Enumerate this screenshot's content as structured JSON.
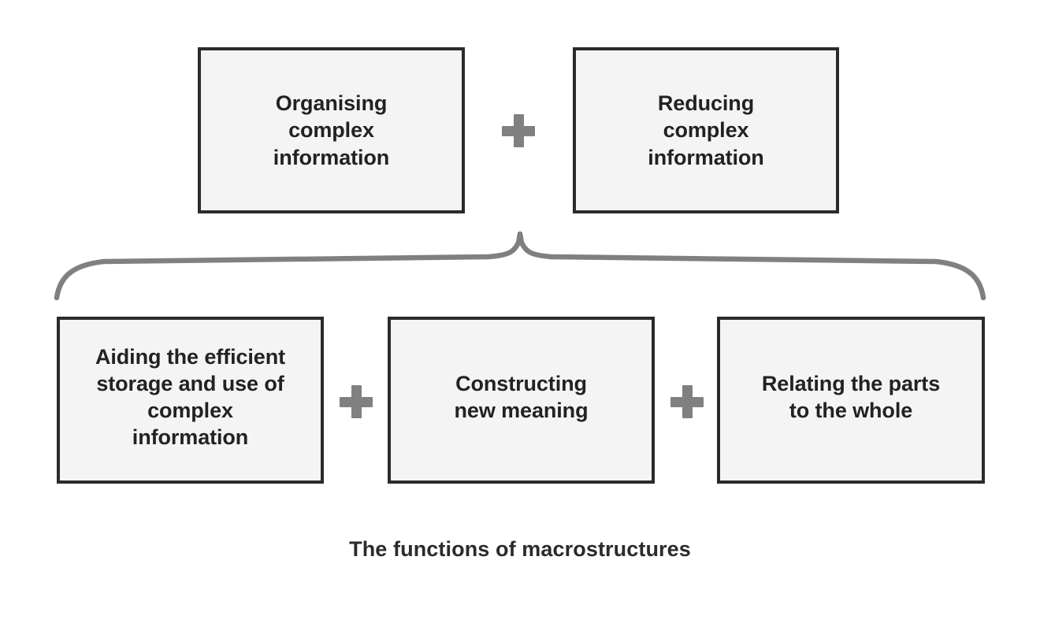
{
  "diagram": {
    "caption": "The functions of macrostructures",
    "colors": {
      "background": "#ffffff",
      "box_fill": "#f4f4f4",
      "box_border": "#2b2b2b",
      "text": "#222222",
      "connector": "#808080"
    },
    "top_row": {
      "boxes": [
        {
          "label": "Organising\ncomplex\ninformation"
        },
        {
          "label": "Reducing\ncomplex\ninformation"
        }
      ],
      "operator": "+"
    },
    "bottom_row": {
      "boxes": [
        {
          "label": "Aiding the efficient\nstorage and use of\ncomplex\ninformation"
        },
        {
          "label": "Constructing\nnew meaning"
        },
        {
          "label": "Relating the parts\nto the whole"
        }
      ],
      "operator_1": "+",
      "operator_2": "+"
    },
    "connector": {
      "type": "curly-brace",
      "orientation": "upward-peak",
      "description": "Brace grouping the three lower boxes up to the two upper boxes"
    }
  }
}
